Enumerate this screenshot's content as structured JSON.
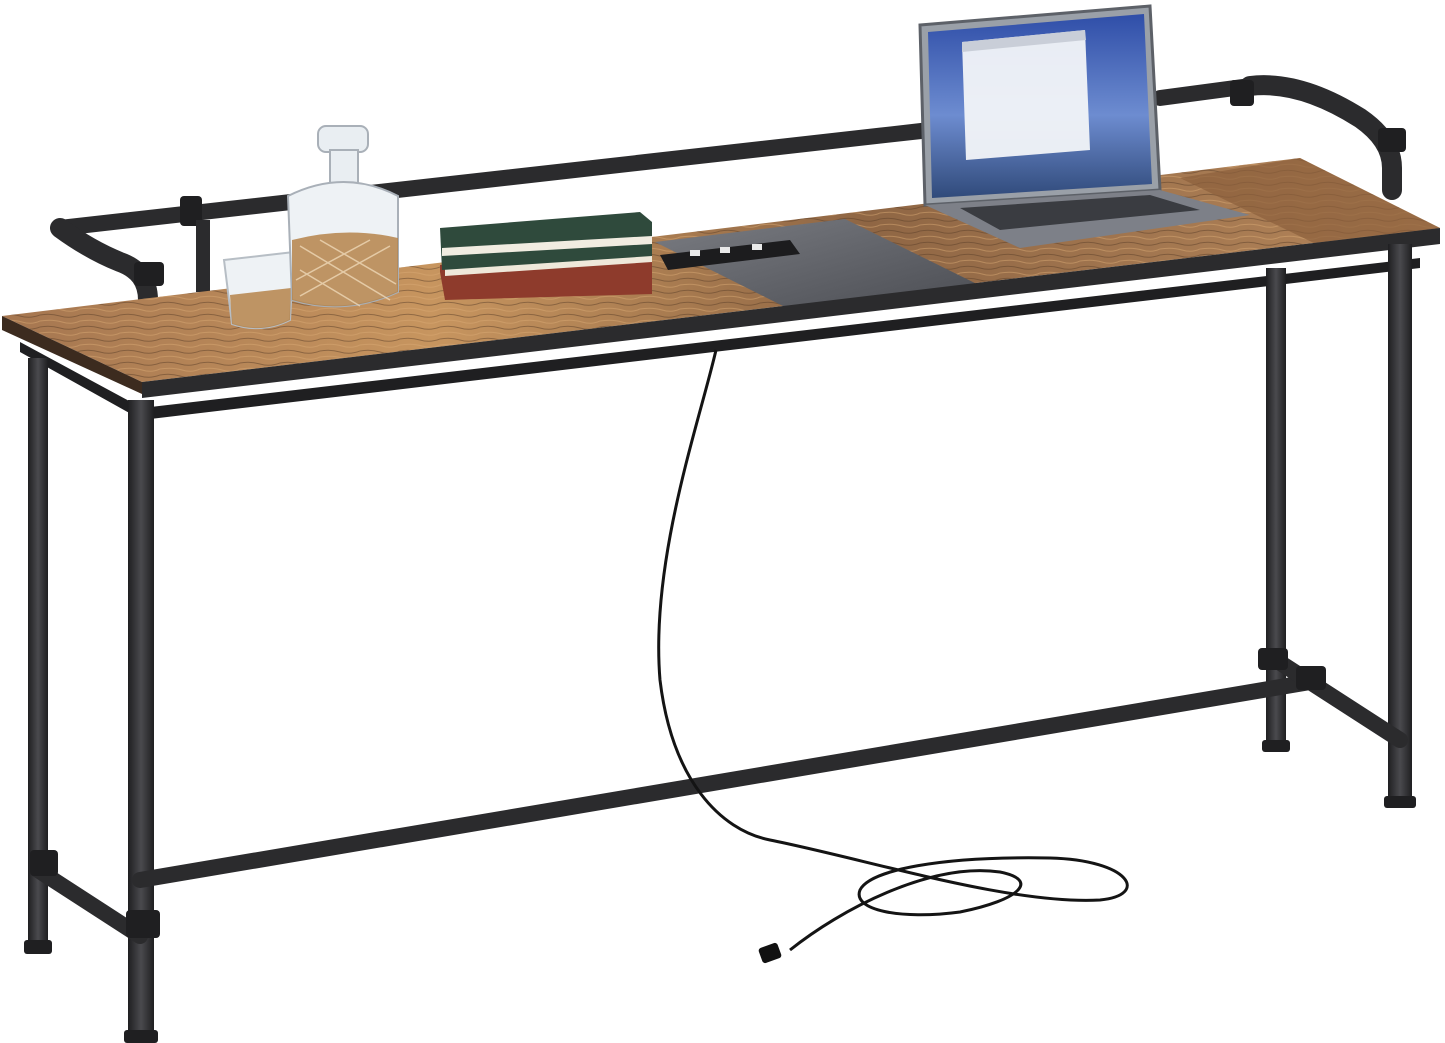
{
  "scene": {
    "subject": "console-table",
    "colors": {
      "background": "#ffffff",
      "metal": "#2b2b2d",
      "metal_highlight": "#4a4a4e",
      "wood_light": "#b9875a",
      "wood_dark": "#6d4d34",
      "wood_grey": "#5e6066",
      "book_green": "#2f4a3c",
      "book_red": "#8e3b2c",
      "laptop_body": "#8c8f96",
      "screen_sky": "#3f63b8",
      "glass": "#e9eef2",
      "whiskey": "#b5844a"
    },
    "items": [
      "decanter",
      "whiskey-glass",
      "books",
      "power-strip",
      "laptop",
      "power-cord"
    ]
  }
}
